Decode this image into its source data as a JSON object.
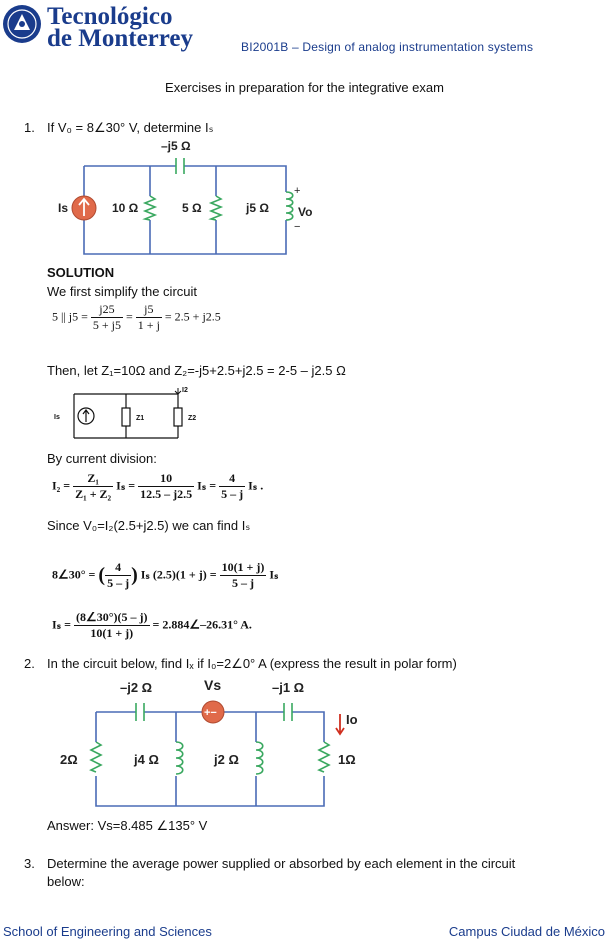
{
  "header": {
    "logo_line1": "Tecnológico",
    "logo_line2": "de Monterrey",
    "course": "BI2001B – Design of analog instrumentation systems"
  },
  "doc": {
    "title": "Exercises in preparation for the integrative exam",
    "q1": {
      "num": "1.",
      "text": "If V₀ = 8∠30° V, determine Iₛ"
    },
    "c1": {
      "cap": "–j5 Ω",
      "is": "Is",
      "r10": "10 Ω",
      "r5": "5 Ω",
      "l5": "j5 Ω",
      "plus": "+",
      "minus": "−",
      "vo": "Vo"
    },
    "solution": "SOLUTION",
    "s1": "We first simplify the circuit",
    "eq1": {
      "lhs": "5 || j5 =",
      "n1": "j25",
      "d1": "5 + j5",
      "eq": "=",
      "n2": "j5",
      "d2": "1 + j",
      "rhs": "= 2.5 + j2.5"
    },
    "s2": "Then, let Z₁=10Ω and Z₂=-j5+2.5+j2.5 = 2-5 – j2.5 Ω",
    "c2": {
      "i2": "I2",
      "is": "Is",
      "z1": "Z1",
      "z2": "Z2"
    },
    "s3": "By current division:",
    "eq2": {
      "lhs": "I₂ =",
      "n1": "Z₁",
      "d1": "Z₁ + Z₂",
      "t1": "Iₛ =",
      "n2": "10",
      "d2": "12.5 – j2.5",
      "t2": "Iₛ =",
      "n3": "4",
      "d3": "5 – j",
      "t3": "Iₛ ."
    },
    "s4": "Since V₀=I₂(2.5+j2.5) we can find Iₛ",
    "eq3": {
      "lhs": "8∠30° =",
      "lp": "(",
      "n1": "4",
      "d1": "5 – j",
      "rp": ")",
      "t1": "Iₛ (2.5)(1 + j) =",
      "n2": "10(1 + j)",
      "d2": "5 – j",
      "t2": "Iₛ"
    },
    "eq4": {
      "lhs": "Iₛ =",
      "n1": "(8∠30°)(5 – j)",
      "d1": "10(1 + j)",
      "rhs": "= 2.884∠–26.31° A."
    },
    "q2": {
      "num": "2.",
      "text": "In the circuit below, find Iₓ if I₀=2∠0° A (express the result in polar form)"
    },
    "c3": {
      "cap1": "–j2 Ω",
      "vs": "Vs",
      "cap2": "–j1 Ω",
      "io": "Io",
      "r2": "2Ω",
      "l4": "j4 Ω",
      "l2": "j2 Ω",
      "r1": "1Ω"
    },
    "answer": "Answer: Vs=8.485 ∠135° V",
    "q3": {
      "num": "3.",
      "text_l1": "Determine the average power supplied or absorbed by each element in the circuit",
      "text_l2": "below:"
    }
  },
  "footer": {
    "left": "School of Engineering and Sciences",
    "right": "Campus Ciudad de México"
  },
  "colors": {
    "brand": "#1a3c8c",
    "wire": "#4a6bb5",
    "source": "#e06a4a",
    "cap": "#3aa860",
    "res": "#3aa860"
  }
}
